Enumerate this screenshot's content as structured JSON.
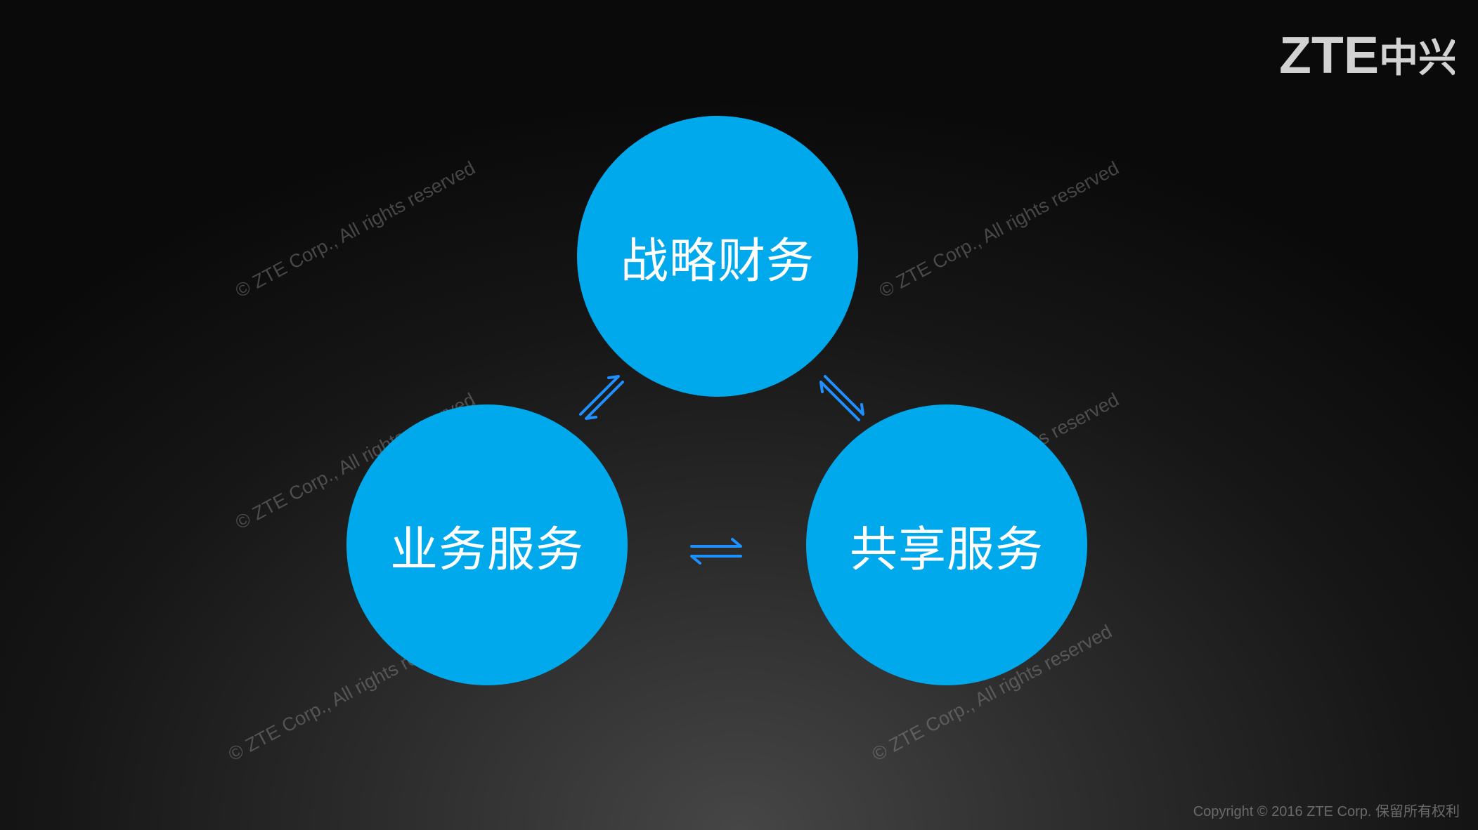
{
  "logo": {
    "latin_text": "ZTE",
    "cjk_text": "中兴"
  },
  "diagram": {
    "nodes": [
      {
        "id": "top",
        "label": "战略财务"
      },
      {
        "id": "left",
        "label": "业务服务"
      },
      {
        "id": "right",
        "label": "共享服务"
      }
    ],
    "edges": [
      {
        "from": "left",
        "to": "top",
        "type": "bidirectional"
      },
      {
        "from": "top",
        "to": "right",
        "type": "bidirectional"
      },
      {
        "from": "left",
        "to": "right",
        "type": "bidirectional"
      }
    ],
    "node_color": "#00a8ec",
    "arrow_color": "#1e90ff",
    "label_color": "#ffffff"
  },
  "watermark": {
    "text": "© ZTE Corp., All rights reserved"
  },
  "footer": {
    "copyright": "Copyright © 2016 ZTE Corp. 保留所有权利"
  }
}
